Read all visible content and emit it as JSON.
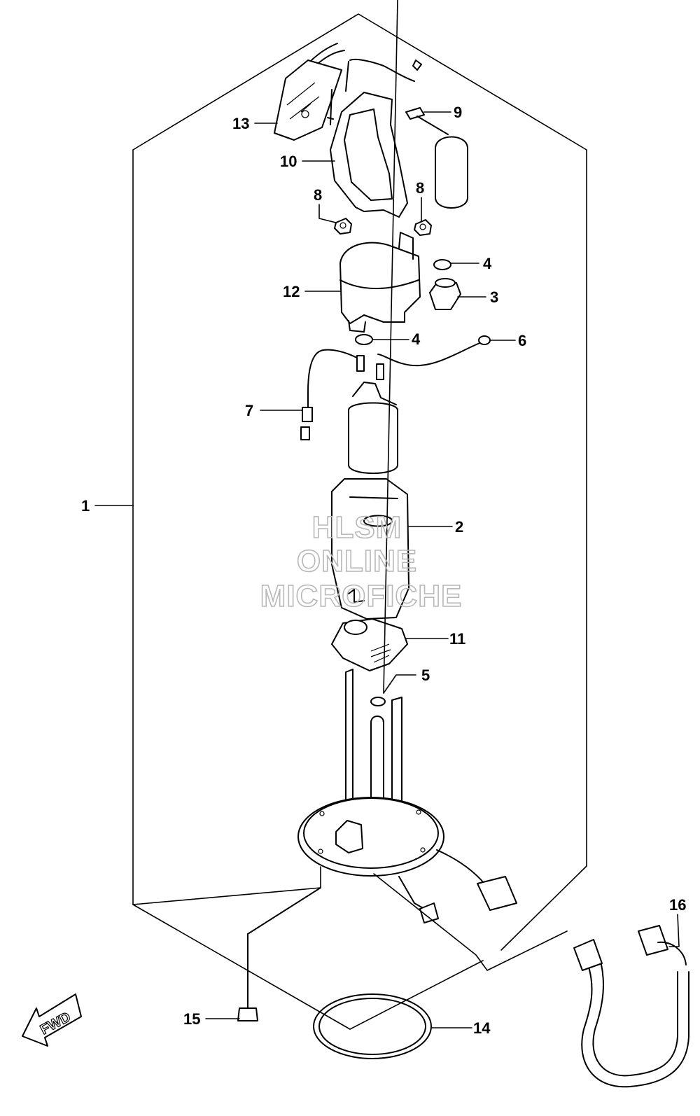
{
  "callouts": {
    "c1": "1",
    "c2": "2",
    "c3": "3",
    "c4a": "4",
    "c4b": "4",
    "c5": "5",
    "c6": "6",
    "c7": "7",
    "c8a": "8",
    "c8b": "8",
    "c9": "9",
    "c10": "10",
    "c11": "11",
    "c12": "12",
    "c13": "13",
    "c14": "14",
    "c15": "15",
    "c16": "16"
  },
  "watermark": {
    "line1": "HLSM",
    "line2": "ONLINE",
    "line3": "MICROFICHE"
  },
  "fwd_label": "FWD"
}
